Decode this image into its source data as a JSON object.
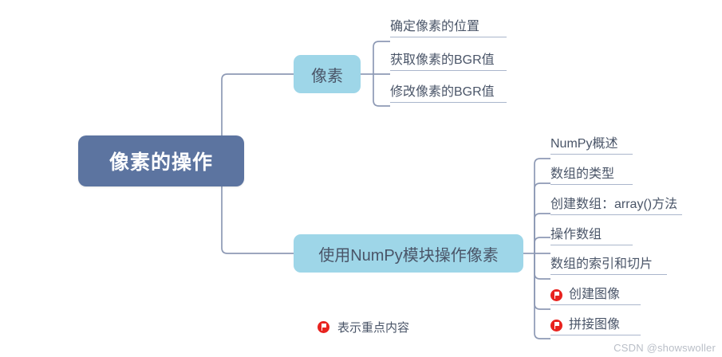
{
  "diagram": {
    "title": "像素的操作",
    "root": {
      "label": "像素的操作",
      "color": "#5c74a0",
      "text_color": "#ffffff"
    },
    "branch_color": "#9ed6e8",
    "line_color": "#8e9ab5",
    "accent_color": "#e8231f",
    "text_color": "#4a5568",
    "branches": [
      {
        "label": "像素",
        "leaves": [
          {
            "label": "确定像素的位置",
            "flag": false
          },
          {
            "label": "获取像素的BGR值",
            "flag": false
          },
          {
            "label": "修改像素的BGR值",
            "flag": false
          }
        ]
      },
      {
        "label": "使用NumPy模块操作像素",
        "leaves": [
          {
            "label": "NumPy概述",
            "flag": false
          },
          {
            "label": "数组的类型",
            "flag": false
          },
          {
            "label": "创建数组：array()方法",
            "flag": false
          },
          {
            "label": "操作数组",
            "flag": false
          },
          {
            "label": "数组的索引和切片",
            "flag": false
          },
          {
            "label": "创建图像",
            "flag": true
          },
          {
            "label": "拼接图像",
            "flag": true
          }
        ]
      }
    ]
  },
  "legend": {
    "icon": "red-flag-icon",
    "label": "表示重点内容"
  },
  "watermark": {
    "text": "CSDN @showswoller"
  }
}
